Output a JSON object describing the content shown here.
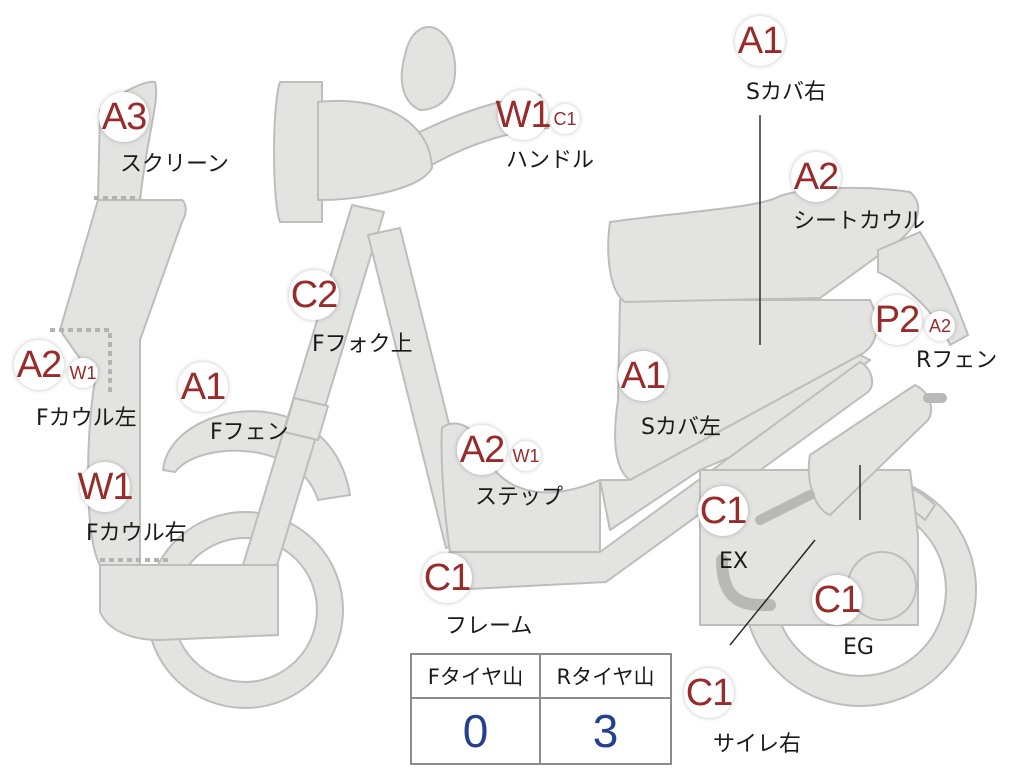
{
  "colors": {
    "body_fill": "#e3e3e1",
    "body_stroke": "#bdbdbb",
    "marker_text": "#9a2b2b",
    "tire_value": "#24408e",
    "table_border": "#8c8c8c"
  },
  "parts": [
    {
      "id": "screen",
      "label": "スクリーン",
      "grade": "A3",
      "extra": ""
    },
    {
      "id": "f-cowl-left",
      "label": "Fカウル左",
      "grade": "A2",
      "extra": "W1"
    },
    {
      "id": "f-cowl-right",
      "label": "Fカウル右",
      "grade": "W1",
      "extra": ""
    },
    {
      "id": "f-fender",
      "label": "Fフェン",
      "grade": "A1",
      "extra": ""
    },
    {
      "id": "f-fork-upper",
      "label": "Fフォク上",
      "grade": "C2",
      "extra": ""
    },
    {
      "id": "handle",
      "label": "ハンドル",
      "grade": "W1",
      "extra": "C1"
    },
    {
      "id": "s-cover-right",
      "label": "Sカバ右",
      "grade": "A1",
      "extra": ""
    },
    {
      "id": "seat-cowl",
      "label": "シートカウル",
      "grade": "A2",
      "extra": ""
    },
    {
      "id": "r-fender",
      "label": "Rフェン",
      "grade": "P2",
      "extra": "A2"
    },
    {
      "id": "s-cover-left",
      "label": "Sカバ左",
      "grade": "A1",
      "extra": ""
    },
    {
      "id": "step",
      "label": "ステップ",
      "grade": "A2",
      "extra": "W1"
    },
    {
      "id": "ex",
      "label": "EX",
      "grade": "C1",
      "extra": ""
    },
    {
      "id": "eg",
      "label": "EG",
      "grade": "C1",
      "extra": ""
    },
    {
      "id": "frame",
      "label": "フレーム",
      "grade": "C1",
      "extra": ""
    },
    {
      "id": "silencer-right",
      "label": "サイレ右",
      "grade": "C1",
      "extra": ""
    }
  ],
  "tires": {
    "front_header": "Fタイヤ山",
    "rear_header": "Rタイヤ山",
    "front_value": "0",
    "rear_value": "3"
  }
}
